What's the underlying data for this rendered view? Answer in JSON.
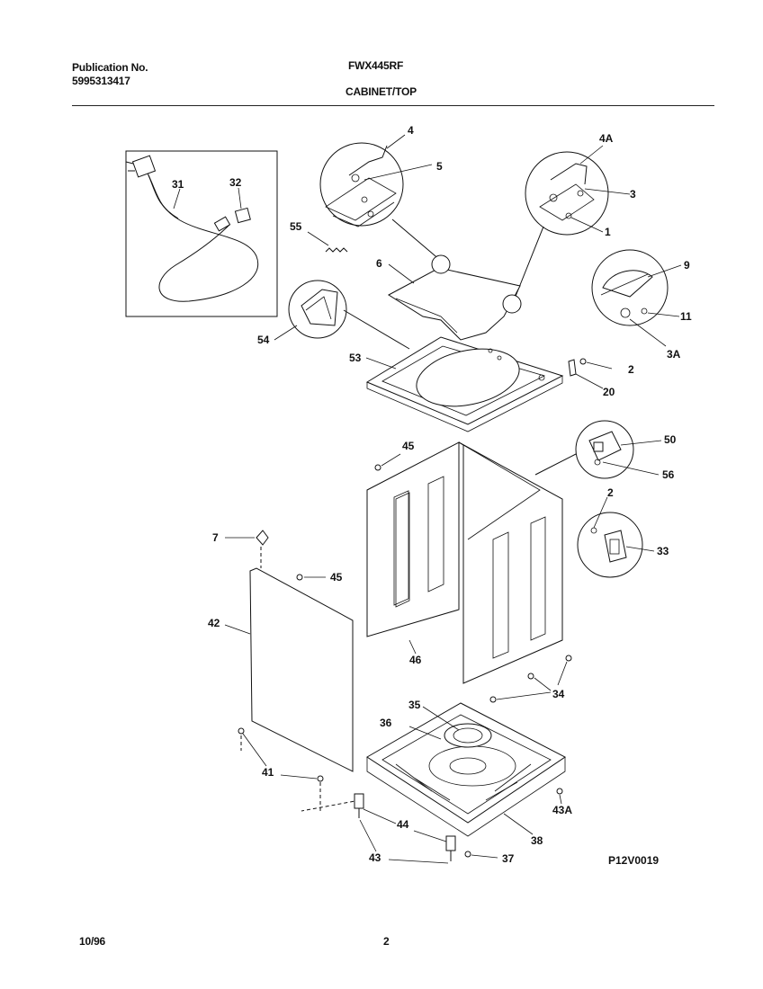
{
  "header": {
    "publication_label": "Publication No.",
    "publication_number": "5995313417",
    "model": "FWX445RF",
    "section": "CABINET/TOP"
  },
  "footer": {
    "date": "10/96",
    "page": "2",
    "diagram_code": "P12V0019"
  },
  "part_labels": {
    "p4": "4",
    "p5": "5",
    "p4a": "4A",
    "p3": "3",
    "p1": "1",
    "p31": "31",
    "p32": "32",
    "p55": "55",
    "p6": "6",
    "p9": "9",
    "p11": "11",
    "p3a": "3A",
    "p54": "54",
    "p53": "53",
    "p2a": "2",
    "p20": "20",
    "p45a": "45",
    "p50": "50",
    "p56": "56",
    "p2b": "2",
    "p33": "33",
    "p7": "7",
    "p45b": "45",
    "p42": "42",
    "p46": "46",
    "p34": "34",
    "p35": "35",
    "p36": "36",
    "p41": "41",
    "p43a": "43A",
    "p44": "44",
    "p38": "38",
    "p43": "43",
    "p37": "37"
  }
}
